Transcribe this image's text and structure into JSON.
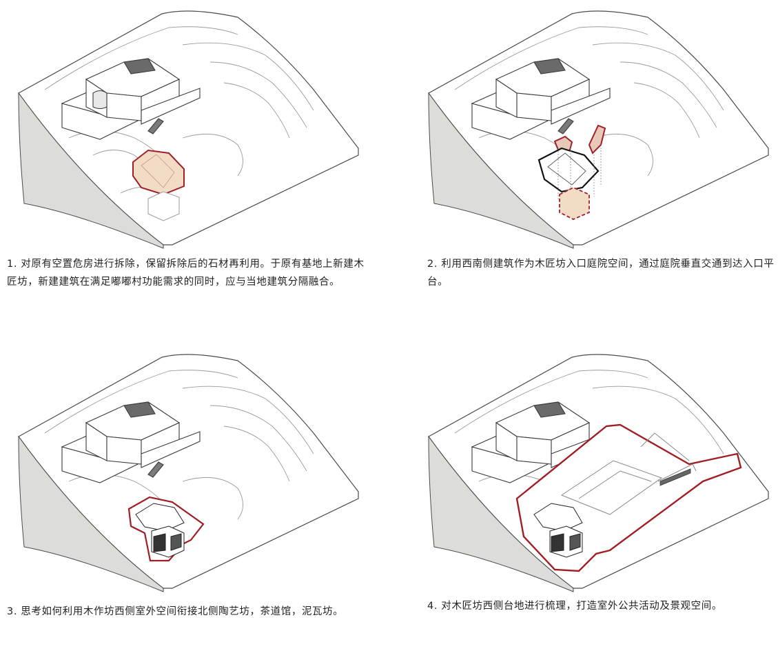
{
  "colors": {
    "line": "#4a4a4a",
    "contour": "#9a9a9a",
    "highlight": "#a01e24",
    "highlight_fill": "#f2dcc6",
    "section_fill": "#dcdcd8",
    "ground": "#ffffff"
  },
  "panels": [
    {
      "step": "1",
      "caption": "1. 对原有空置危房进行拆除，保留拆除后的石材再利用。于原有基地上新建木匠坊，新建建筑在满足嘟嘟村功能需求的同时，应与当地建筑分隔融合。"
    },
    {
      "step": "2",
      "caption": "2. 利用西南侧建筑作为木匠坊入口庭院空间，通过庭院垂直交通到达入口平台。"
    },
    {
      "step": "3",
      "caption": "3. 思考如何利用木作坊西侧室外空间衔接北侧陶艺坊，茶道馆，泥瓦坊。"
    },
    {
      "step": "4",
      "caption": "4. 对木匠坊西侧台地进行梳理，打造室外公共活动及景观空间。"
    }
  ]
}
